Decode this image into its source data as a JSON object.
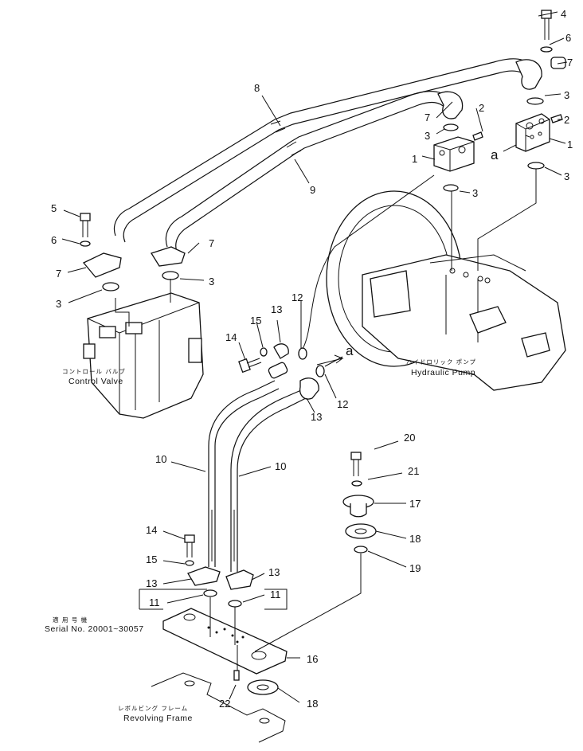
{
  "callouts": {
    "c1a": "1",
    "c1b": "1",
    "c2a": "2",
    "c2b": "2",
    "c3a": "3",
    "c3b": "3",
    "c3c": "3",
    "c3d": "3",
    "c3e": "3",
    "c3f": "3",
    "c4": "4",
    "c5": "5",
    "c6a": "6",
    "c6b": "6",
    "c7a": "7",
    "c7b": "7",
    "c7c": "7",
    "c7d": "7",
    "c8": "8",
    "c9": "9",
    "c10a": "10",
    "c10b": "10",
    "c11a": "11",
    "c11b": "11",
    "c12a": "12",
    "c12b": "12",
    "c13a": "13",
    "c13b": "13",
    "c13c": "13",
    "c13d": "13",
    "c14a": "14",
    "c14b": "14",
    "c15a": "15",
    "c15b": "15",
    "c16": "16",
    "c17": "17",
    "c18a": "18",
    "c18b": "18",
    "c19": "19",
    "c20": "20",
    "c21": "21",
    "c22": "22",
    "ref_a1": "a",
    "ref_a2": "a"
  },
  "labels": {
    "control_valve_jp": "コントロール バルブ",
    "control_valve_en": "Control Valve",
    "hydraulic_pump_jp": "ハイドロリック ポンプ",
    "hydraulic_pump_en": "Hydraulic Pump",
    "serial_jp": "適 用 号 機",
    "serial_en": "Serial No. 20001~30057",
    "revolving_frame_jp": "レボルビング フレーム",
    "revolving_frame_en": "Revolving Frame"
  }
}
